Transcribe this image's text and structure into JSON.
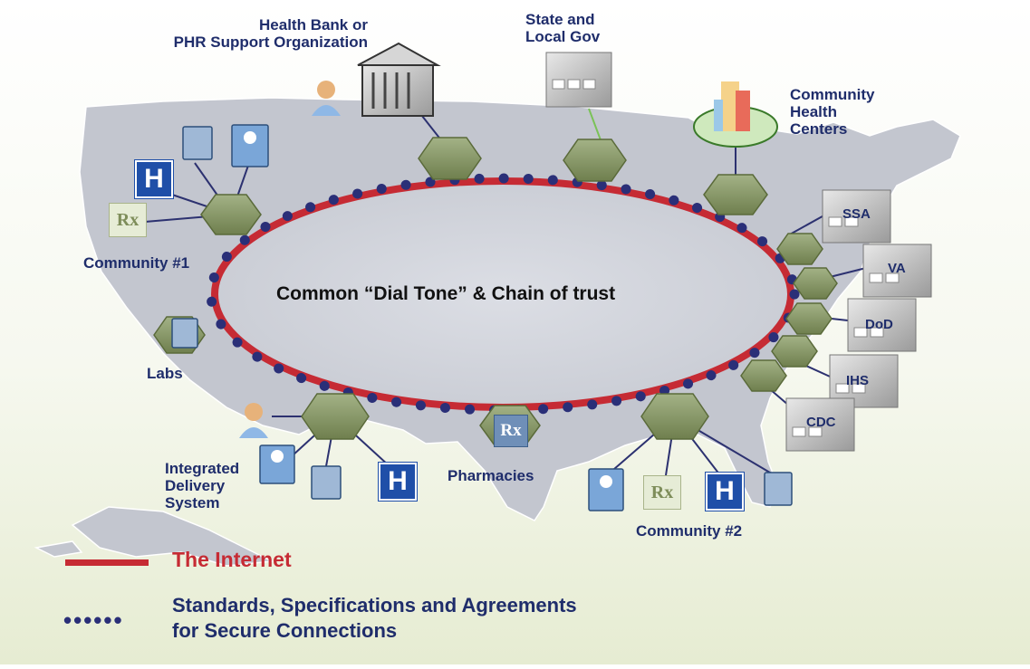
{
  "center_label": "Common “Dial Tone” & Chain of trust",
  "nodes": {
    "health_bank": [
      "Health Bank or",
      "PHR Support Organization"
    ],
    "state_gov": [
      "State and",
      "Local Gov"
    ],
    "community_health": [
      "Community",
      "Health",
      "Centers"
    ],
    "community1": "Community #1",
    "labs": "Labs",
    "integrated": [
      "Integrated",
      "Delivery",
      "System"
    ],
    "pharmacies": "Pharmacies",
    "community2": "Community #2"
  },
  "agencies": [
    "SSA",
    "VA",
    "DoD",
    "IHS",
    "CDC"
  ],
  "icon_glyphs": {
    "hospital": "H",
    "rx": "Rx"
  },
  "legend": {
    "internet": "The Internet",
    "standards": [
      "Standards, Specifications and Agreements",
      "for Secure Connections"
    ]
  },
  "colors": {
    "internet_line": "#c62b34",
    "dots": "#2a2f78",
    "hexagon": "#8a9a6a",
    "label_text": "#1f2d6b",
    "hospital_blue": "#1f4fa8"
  }
}
